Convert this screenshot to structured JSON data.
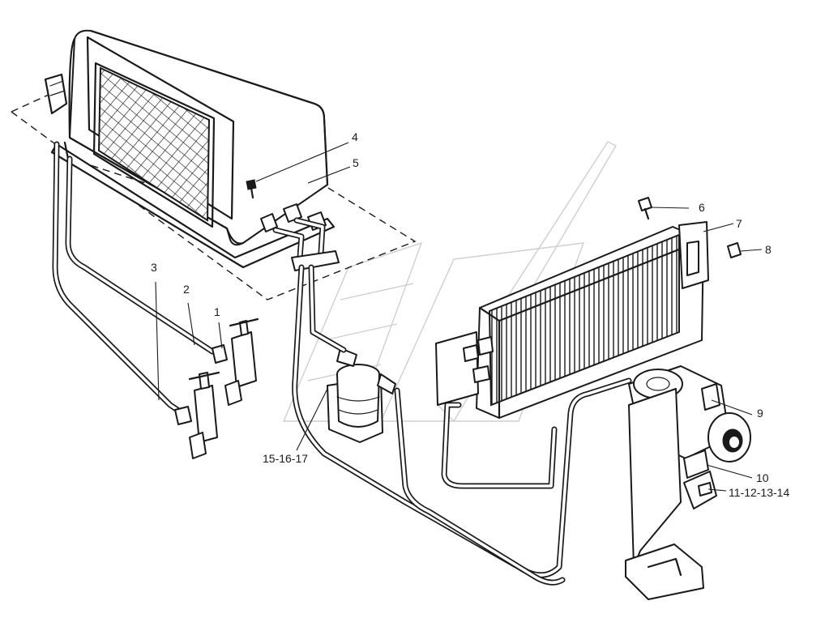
{
  "callouts": [
    {
      "id": "c1",
      "text": "1"
    },
    {
      "id": "c2",
      "text": "2"
    },
    {
      "id": "c3",
      "text": "3"
    },
    {
      "id": "c4",
      "text": "4"
    },
    {
      "id": "c5",
      "text": "5"
    },
    {
      "id": "c6",
      "text": "6"
    },
    {
      "id": "c7",
      "text": "7"
    },
    {
      "id": "c8",
      "text": "8"
    },
    {
      "id": "c9",
      "text": "9"
    },
    {
      "id": "c10",
      "text": "10"
    },
    {
      "id": "c11",
      "text": "11-12-13-14"
    },
    {
      "id": "c15",
      "text": "15-16-17"
    }
  ]
}
